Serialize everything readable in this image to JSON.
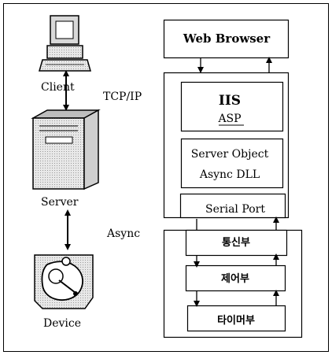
{
  "left_column": {
    "client_label": "Client",
    "tcp_label": "TCP/IP",
    "server_label": "Server",
    "async_label": "Async",
    "device_label": "Device"
  },
  "right_column": {
    "web_browser": "Web Browser",
    "iis": "IIS",
    "asp": "ASP",
    "server_object": "Server Object",
    "async_dll": "Async DLL",
    "serial_port": "Serial Port",
    "comm_unit": "통신부",
    "control_unit": "제어부",
    "timer_unit": "타이머부"
  }
}
